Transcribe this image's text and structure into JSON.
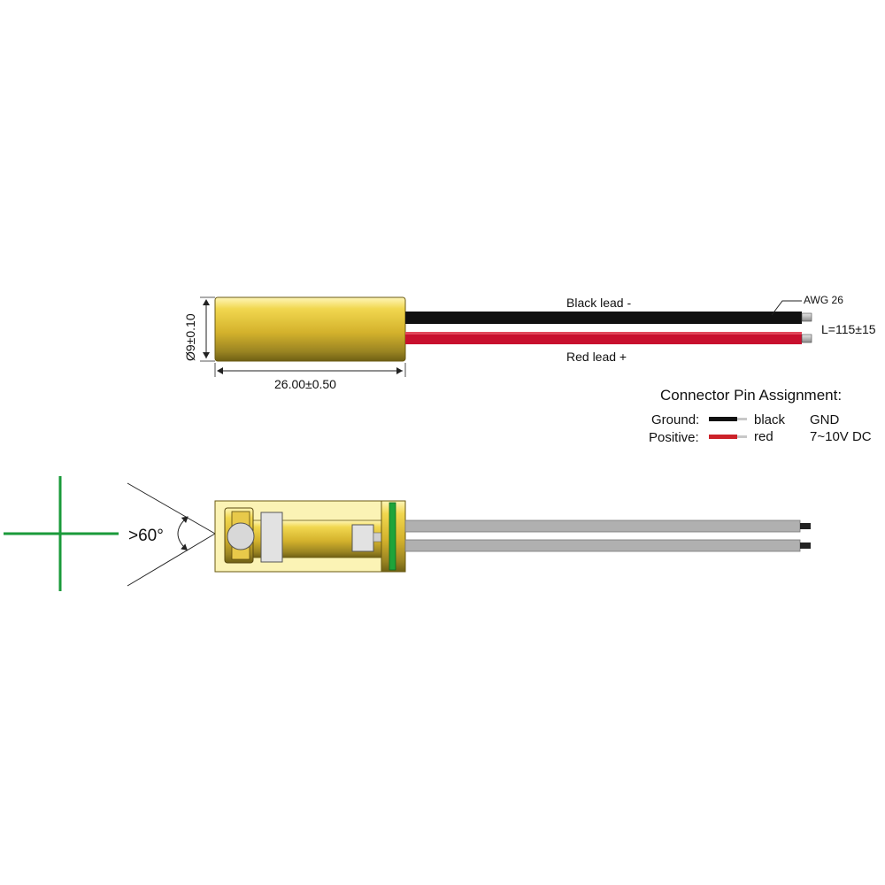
{
  "labels": {
    "black_lead": "Black lead -",
    "red_lead": "Red lead +",
    "awg": "AWG 26",
    "length": "L=115±15",
    "diameter": "Ø9±0.10",
    "body_length": "26.00±0.50",
    "beam_angle": ">60°"
  },
  "connector": {
    "title": "Connector Pin Assignment:",
    "rows": [
      {
        "label": "Ground:",
        "color_name": "black",
        "signal": "GND",
        "swatch": "#111111"
      },
      {
        "label": "Positive:",
        "color_name": "red",
        "signal": "7~10V DC",
        "swatch": "#cc2229"
      }
    ]
  },
  "colors": {
    "brass": "#d9b93a",
    "brass_light": "#f5e27a",
    "brass_dark": "#7a6a16",
    "black_wire": "#111111",
    "red_wire": "#c8102e",
    "grey_wire": "#b0b0b0",
    "laser_green": "#1a9a3a"
  }
}
